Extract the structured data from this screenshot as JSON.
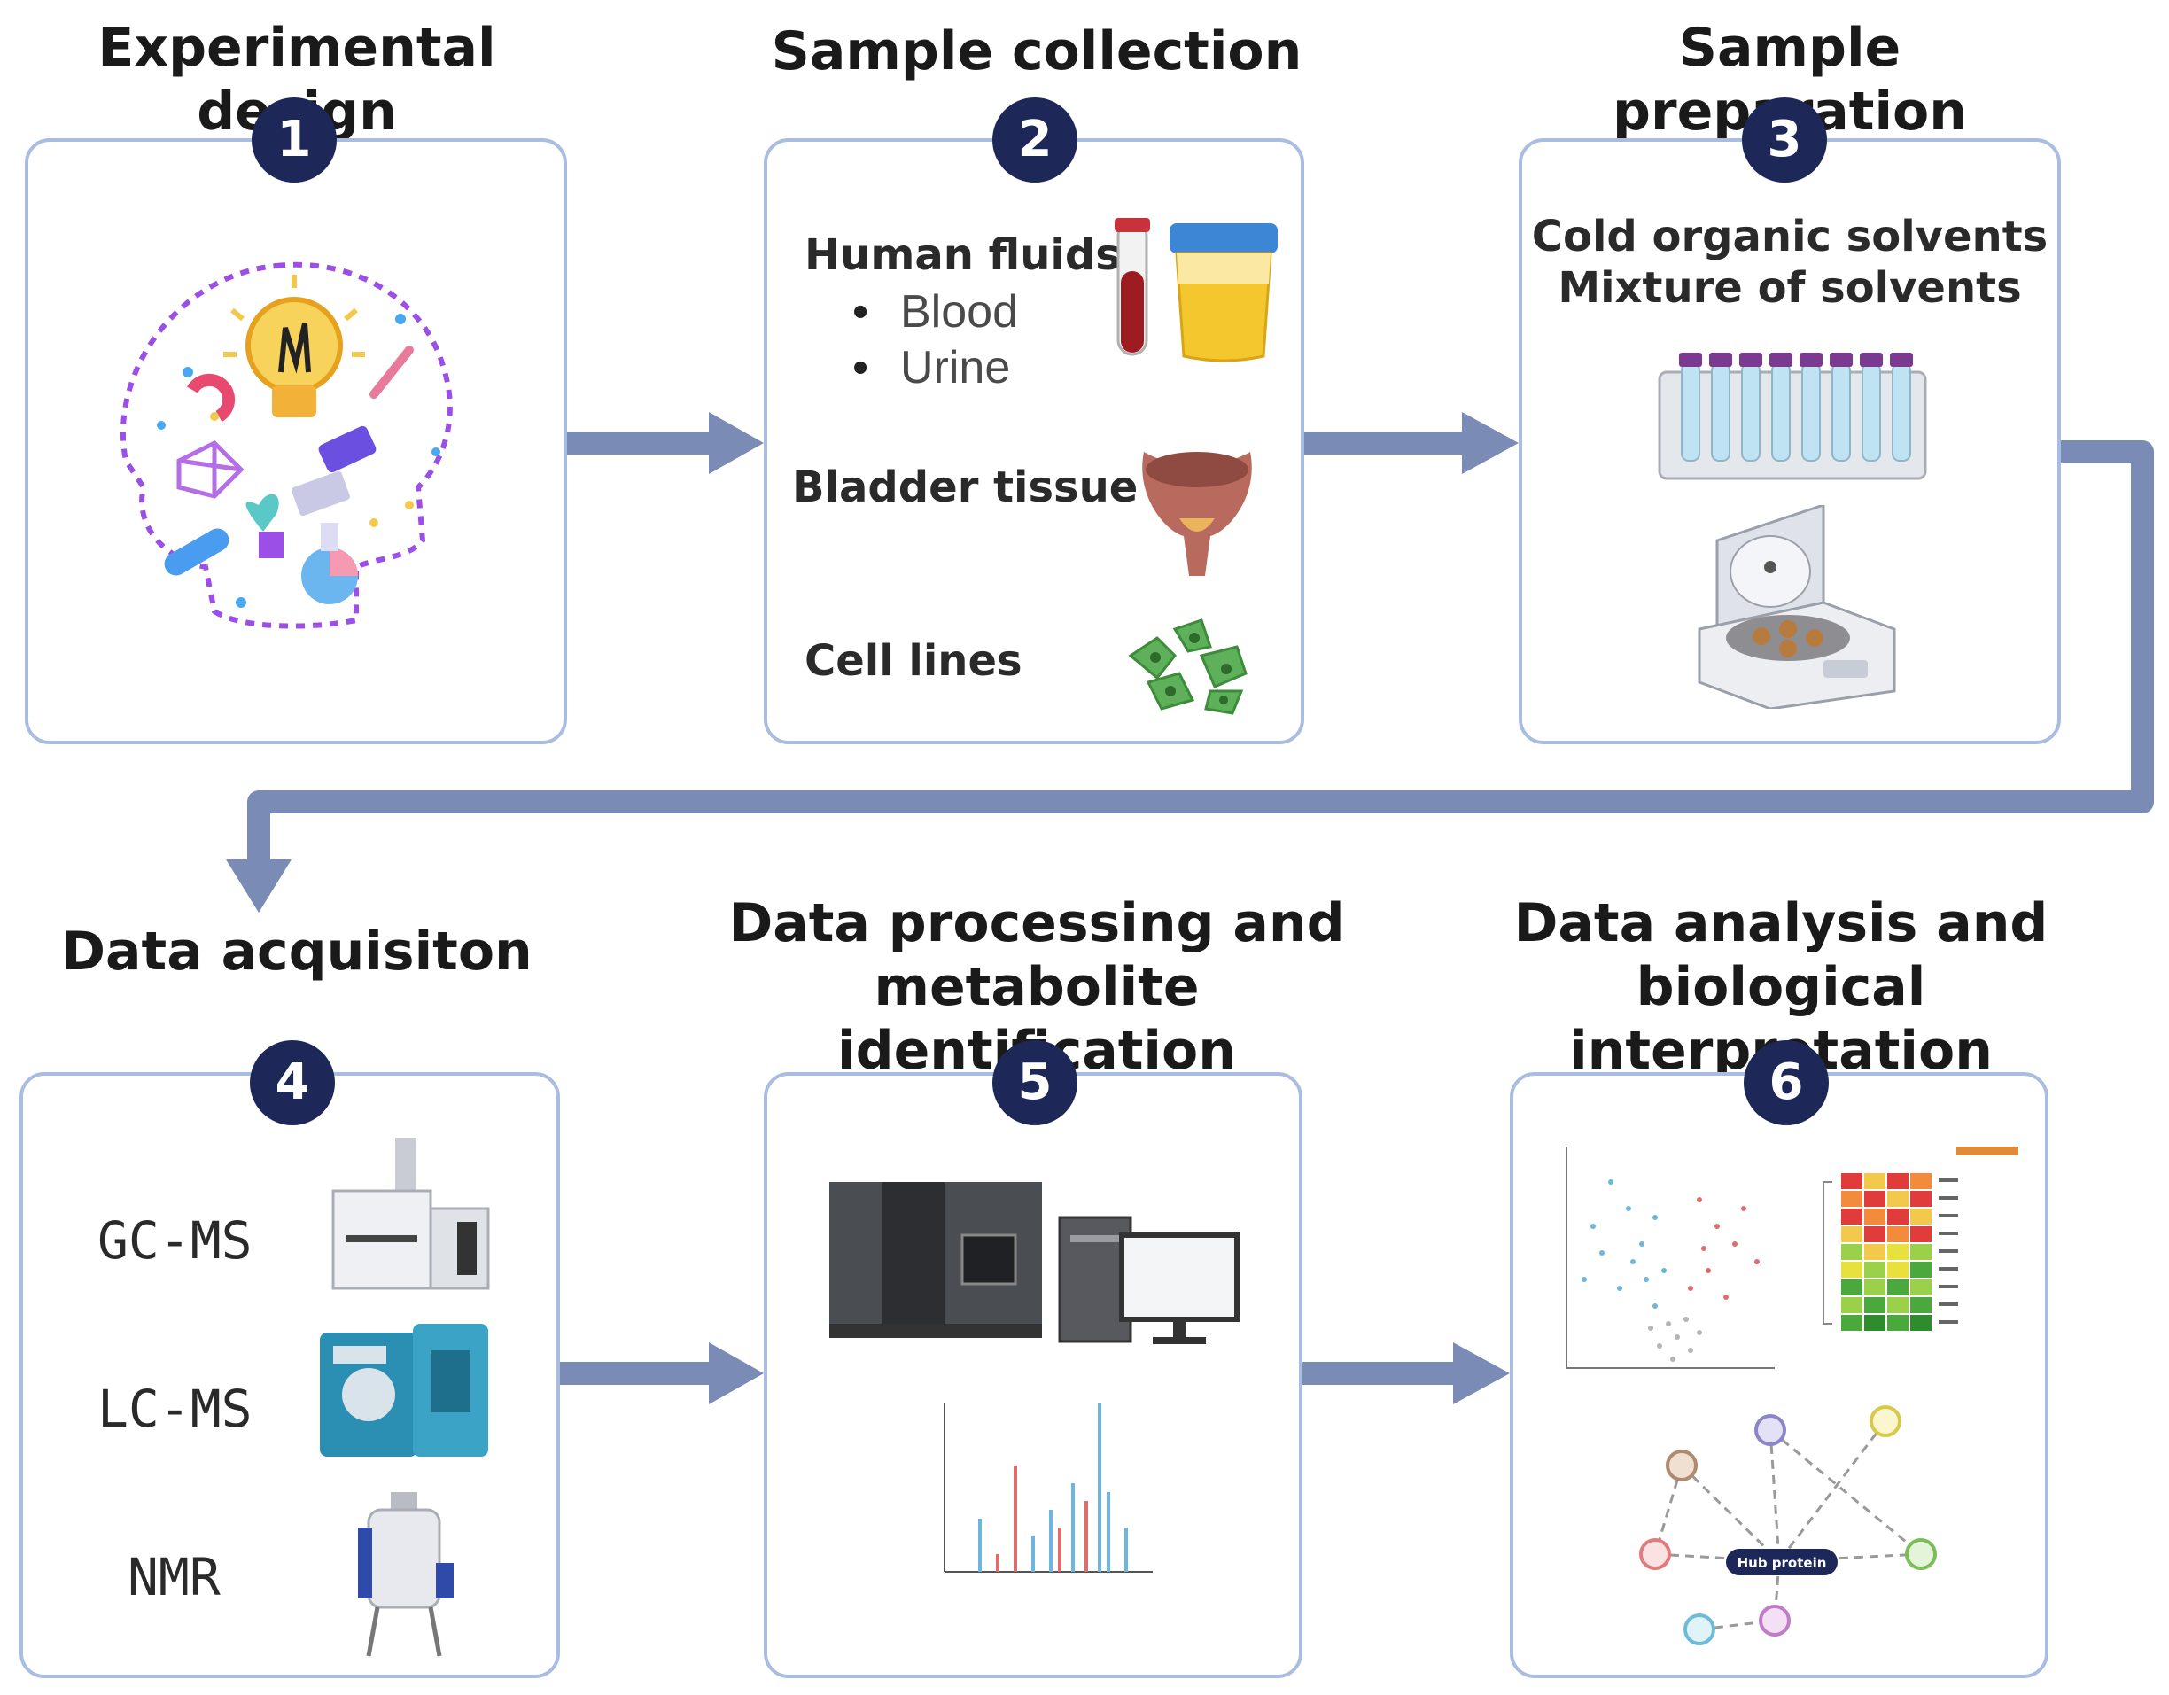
{
  "steps": [
    {
      "number": "1",
      "title": "Experimental design"
    },
    {
      "number": "2",
      "title": "Sample collection"
    },
    {
      "number": "3",
      "title": "Sample preparation"
    },
    {
      "number": "4",
      "title": "Data acquisiton"
    },
    {
      "number": "5",
      "title_line1": "Data processing and",
      "title_line2": "metabolite identification"
    },
    {
      "number": "6",
      "title_line1": "Data analysis and",
      "title_line2": "biological interpretation"
    }
  ],
  "sample_collection": {
    "human_fluids_label": "Human fluids:",
    "fluids": [
      "Blood",
      "Urine"
    ],
    "bladder_label": "Bladder tissue",
    "cells_label": "Cell lines"
  },
  "sample_preparation": {
    "line1": "Cold organic solvents",
    "line2": "Mixture of solvents"
  },
  "data_acquisition": {
    "techniques": [
      "GC-MS",
      "LC-MS",
      "NMR"
    ]
  },
  "network": {
    "hub_label": "Hub protein"
  },
  "colors": {
    "panel_border": "#a9bde0",
    "badge": "#1d2859",
    "arrow": "#7a8cb5",
    "upregulated": "#e06c6c",
    "downregulated": "#6cb6e0"
  }
}
